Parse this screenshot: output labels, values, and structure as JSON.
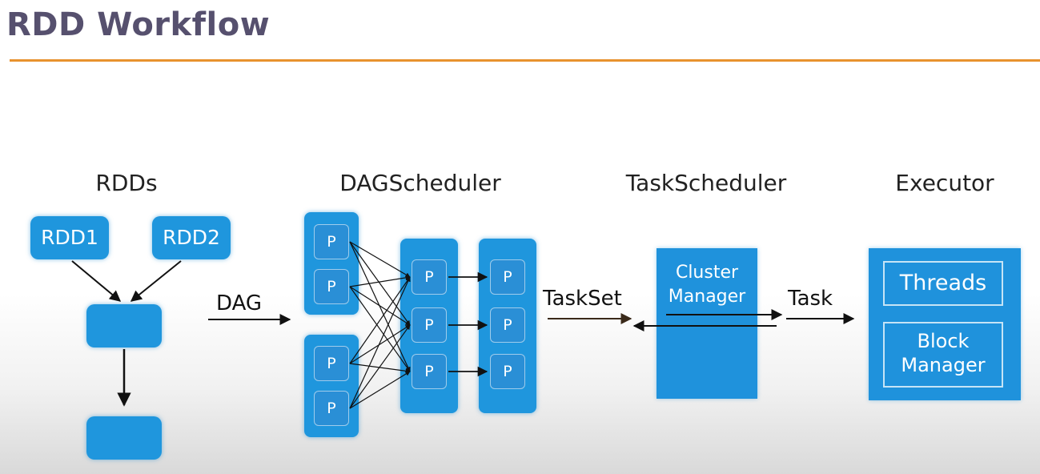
{
  "title": "RDD Workflow",
  "columns": {
    "rdds": "RDDs",
    "dag_scheduler": "DAGScheduler",
    "task_scheduler": "TaskScheduler",
    "executor": "Executor"
  },
  "rdd": {
    "rdd1": "RDD1",
    "rdd2": "RDD2"
  },
  "edges": {
    "dag": "DAG",
    "taskset": "TaskSet",
    "task": "Task"
  },
  "partition_label": "P",
  "cluster_manager": {
    "line1": "Cluster",
    "line2": "Manager"
  },
  "executor": {
    "threads": "Threads",
    "block_line1": "Block",
    "block_line2": "Manager"
  },
  "colors": {
    "title": "#56506e",
    "rule": "#e8922e",
    "box": "#1f96dd"
  }
}
